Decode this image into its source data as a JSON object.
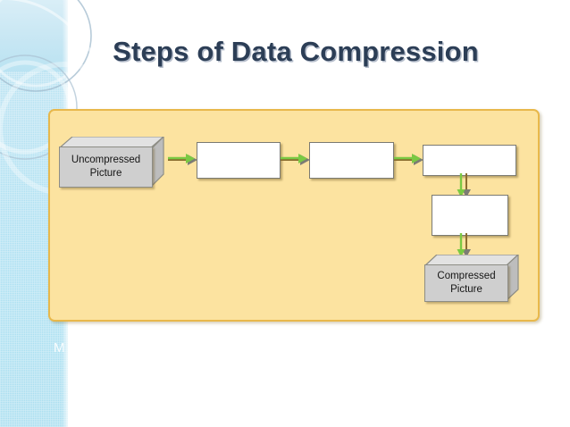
{
  "slide": {
    "title": "Steps of Data Compression",
    "background_color": "#ffffff",
    "band_color": "#ade0f2",
    "panel_color": "#fce3a0",
    "panel_border_color": "#e8b84b",
    "title_color": "#2c3e56",
    "arrow_color": "#7ac943",
    "arrow_shadow_color": "#8a6d2f",
    "footer_mark": "M"
  },
  "diagram": {
    "name": "data-compression-flow",
    "nodes": [
      {
        "id": "node-1",
        "label": "Uncompressed\nPicture",
        "label_line1": "Uncompressed",
        "label_line2": "Picture",
        "shape": "cube",
        "fill": "#cfcfcf"
      },
      {
        "id": "node-2",
        "label": "",
        "shape": "rect",
        "fill": "#ffffff"
      },
      {
        "id": "node-3",
        "label": "",
        "shape": "rect",
        "fill": "#ffffff"
      },
      {
        "id": "node-4",
        "label": "",
        "shape": "rect",
        "fill": "#ffffff"
      },
      {
        "id": "node-5",
        "label": "",
        "shape": "rect",
        "fill": "#ffffff"
      },
      {
        "id": "node-6",
        "label": "Compressed\nPicture",
        "label_line1": "Compressed",
        "label_line2": "Picture",
        "shape": "cube",
        "fill": "#cfcfcf"
      }
    ],
    "edges": [
      {
        "from": "node-1",
        "to": "node-2",
        "direction": "right"
      },
      {
        "from": "node-2",
        "to": "node-3",
        "direction": "right"
      },
      {
        "from": "node-3",
        "to": "node-4",
        "direction": "right"
      },
      {
        "from": "node-4",
        "to": "node-5",
        "direction": "down"
      },
      {
        "from": "node-5",
        "to": "node-6",
        "direction": "down"
      }
    ]
  }
}
